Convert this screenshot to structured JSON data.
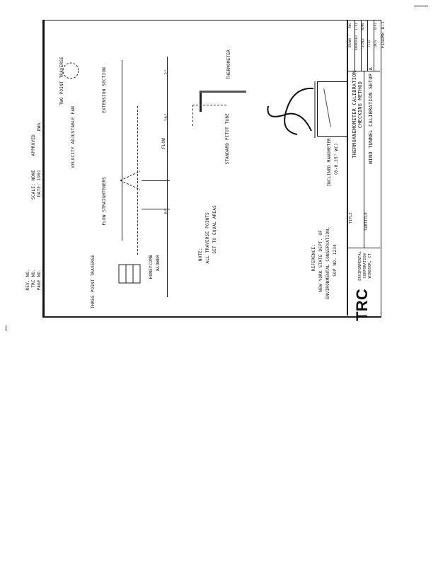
{
  "header_notes": {
    "left_block": [
      "TRC NO.",
      "PAGE NO.",
      "REV. NO."
    ],
    "mid_block": [
      "SCALE: NONE",
      "DATE: 1991"
    ],
    "right_block": [
      "APPROVED",
      "DWG."
    ]
  },
  "drawing_labels": {
    "two_point": "TWO POINT TRAVERSE",
    "three_point": "THREE POINT TRAVERSE",
    "flow_straighteners": "FLOW STRAIGHTENERS",
    "extension_section": "EXTENSION SECTION",
    "fan_note": "VELOCITY ADJUSTABLE FAN",
    "flow": "FLOW",
    "blower": "BLOWER",
    "honeycomb": "HONEYCOMB",
    "dim_a": "8\"",
    "dim_b": "2\"",
    "dim_c": "16\"",
    "thermometer": "THERMOMETER",
    "pitot": "STANDARD PITOT TUBE",
    "manometer": "INCLINED MANOMETER",
    "manometer_sub": "(0-0.25\" WC)",
    "note_title": "NOTE:",
    "note_lines": [
      "ALL TRAVERSE POINTS",
      "SET TO EQUAL AREAS"
    ],
    "reference": [
      "REFERENCE:",
      "NEW YORK STATE DEPT. OF",
      "ENVIRONMENTAL CONSERVATION,",
      "SOP NO. 1234"
    ]
  },
  "title_block": {
    "logo": "TRC",
    "company": [
      "ENVIRONMENTAL",
      "CORPORATION",
      "WINDSOR, CT"
    ],
    "title_label": "TITLE",
    "title_lines": [
      "THERMOANEMOMETER CALIBRATION",
      "CHECKING METHOD"
    ],
    "subtitle_label": "SUBTITLE",
    "subtitle": "WIND TUNNEL CALIBRATION SETUP A",
    "fields": [
      {
        "label": "DRAWN",
        "value": "RWG"
      },
      {
        "label": "APPROVED",
        "value": "1-91"
      },
      {
        "label": "SCALE",
        "value": "NONE"
      },
      {
        "label": "FILE",
        "value": "-"
      },
      {
        "label": "DATE",
        "value": "4/91"
      }
    ],
    "figure": "FIGURE A-1"
  }
}
